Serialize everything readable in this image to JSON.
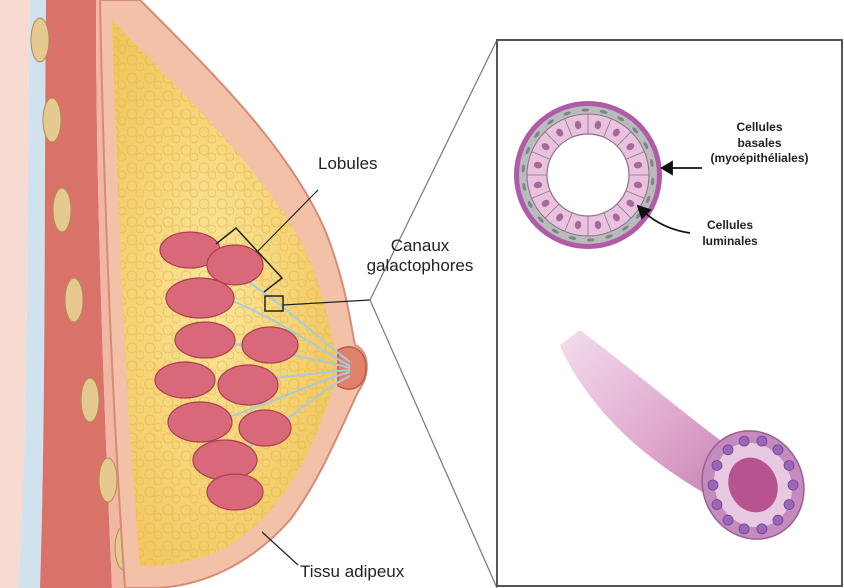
{
  "labels": {
    "lobules": "Lobules",
    "ducts_line1": "Canaux",
    "ducts_line2": "galactophores",
    "adipose": "Tissu adipeux",
    "basal_line1": "Cellules",
    "basal_line2": "basales",
    "basal_line3": "(myoépithéliales)",
    "luminal_line1": "Cellules",
    "luminal_line2": "luminales"
  },
  "colors": {
    "fat": "#f6d77a",
    "skin": "#f3c0a8",
    "muscle": "#d9736a",
    "lobule": "#d9687a",
    "duct_outer": "#b05aa8",
    "duct_basal": "#b9bcbc",
    "duct_luminal": "#e9c3dd",
    "duct_tube": "#d99ac6",
    "panel_border": "#555555"
  }
}
